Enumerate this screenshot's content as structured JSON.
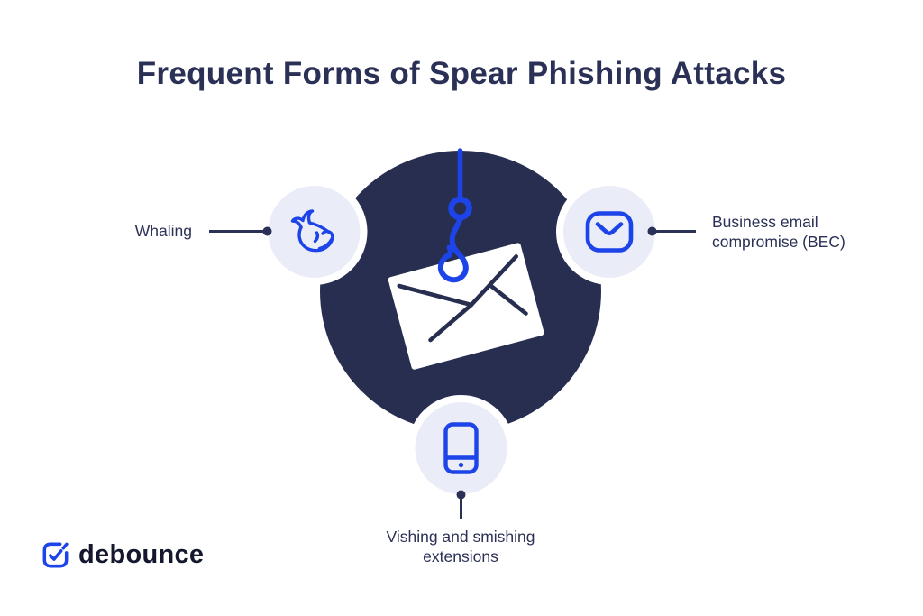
{
  "title": "Frequent Forms of Spear Phishing Attacks",
  "colors": {
    "background": "#FFFFFF",
    "navy": "#282E50",
    "ink": "#2B3156",
    "blue": "#1C44E8",
    "lavender": "#EAEDF8",
    "wordmark_ink": "#15172E"
  },
  "diagram": {
    "center": {
      "icons": [
        "fishing-line-icon",
        "fish-hook-icon",
        "envelope-icon"
      ]
    },
    "nodes": [
      {
        "label": "Whaling",
        "icon": "whale-icon",
        "position": "left"
      },
      {
        "label": "Business email compromise (BEC)",
        "icon": "mail-icon",
        "position": "right"
      },
      {
        "label": "Vishing and smishing extensions",
        "icon": "smartphone-icon",
        "position": "bottom"
      }
    ]
  },
  "brand": {
    "name": "debounce",
    "icon": "debounce-logo-icon"
  }
}
